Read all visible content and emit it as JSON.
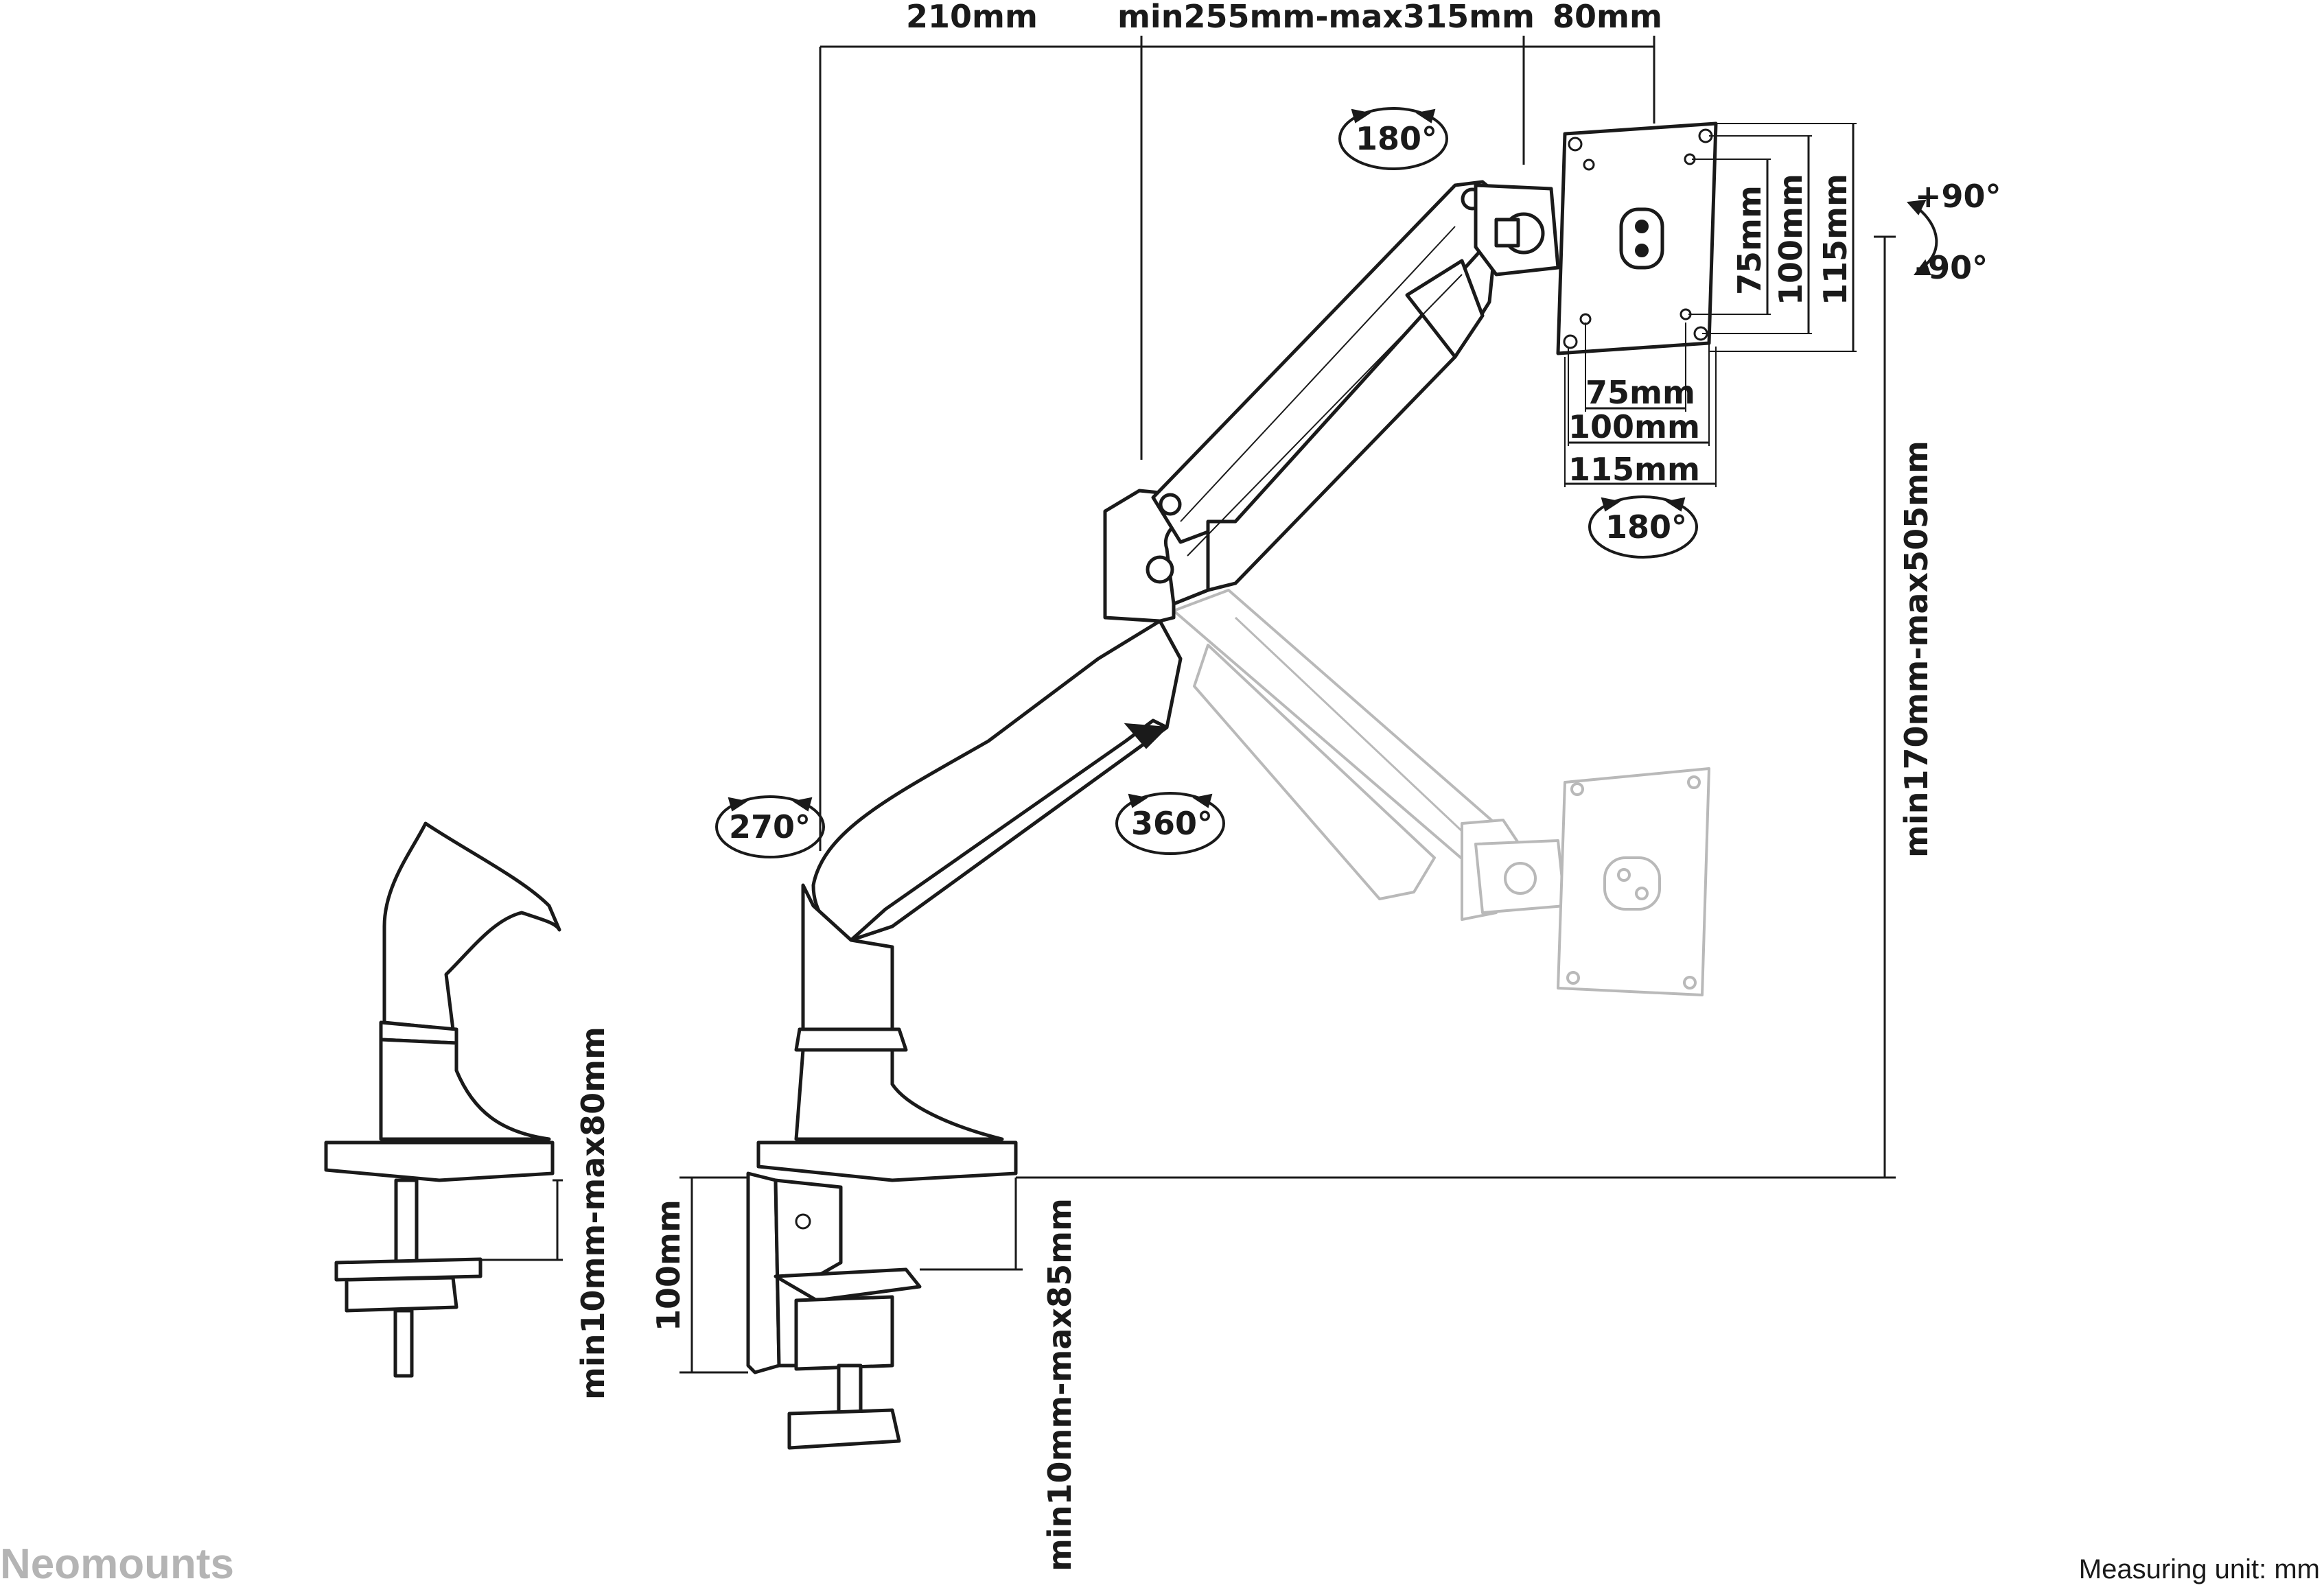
{
  "dimensions": {
    "top_left_reach": "210mm",
    "top_arm_reach": "min255mm-max315mm",
    "top_head_depth": "80mm",
    "vesa_h_75": "75mm",
    "vesa_h_100": "100mm",
    "vesa_h_115": "115mm",
    "vesa_v_75": "75mm",
    "vesa_v_100": "100mm",
    "vesa_v_115": "115mm",
    "height_range": "min170mm-max505mm",
    "clamp_height": "100mm",
    "desk_thickness_clamp": "min10mm-max85mm",
    "desk_thickness_grommet": "min10mm-max80mm"
  },
  "rotations": {
    "tilt_top": "180°",
    "swivel_head": "180°",
    "base_rotation": "270°",
    "arm_rotation": "360°",
    "rotate_plus": "+90°",
    "rotate_minus": "-90°"
  },
  "brand": "Neomounts",
  "footer": {
    "measuring_unit": "Measuring unit: mm"
  }
}
